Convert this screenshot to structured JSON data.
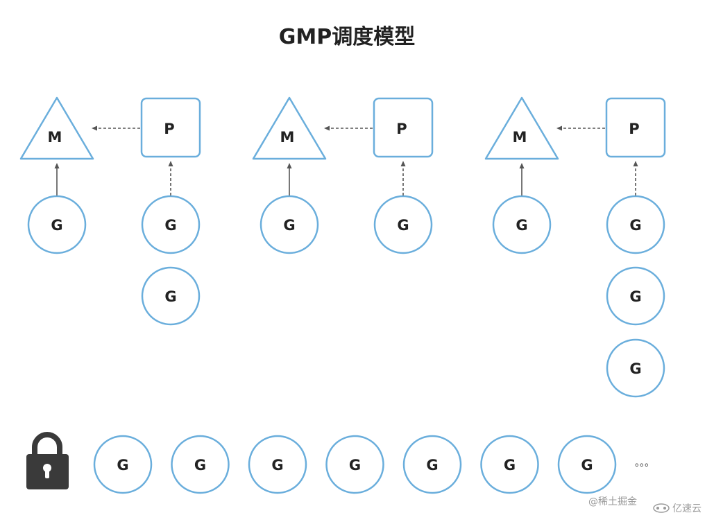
{
  "title": "GMP调度模型",
  "colors": {
    "node_stroke": "#6aaedc",
    "arrow": "#555555",
    "text": "#222222",
    "lock_body": "#3a3a3a"
  },
  "labels": {
    "machine": "M",
    "processor": "P",
    "goroutine": "G"
  },
  "groups": [
    {
      "id": "group-1",
      "local_queue_count": 1
    },
    {
      "id": "group-2",
      "local_queue_count": 0
    },
    {
      "id": "group-3",
      "local_queue_count": 2
    }
  ],
  "global_queue": {
    "lock_icon": "lock-icon",
    "count": 7,
    "ellipsis": "。。。"
  },
  "watermarks": {
    "left": "@稀土掘金",
    "right": "亿速云"
  }
}
